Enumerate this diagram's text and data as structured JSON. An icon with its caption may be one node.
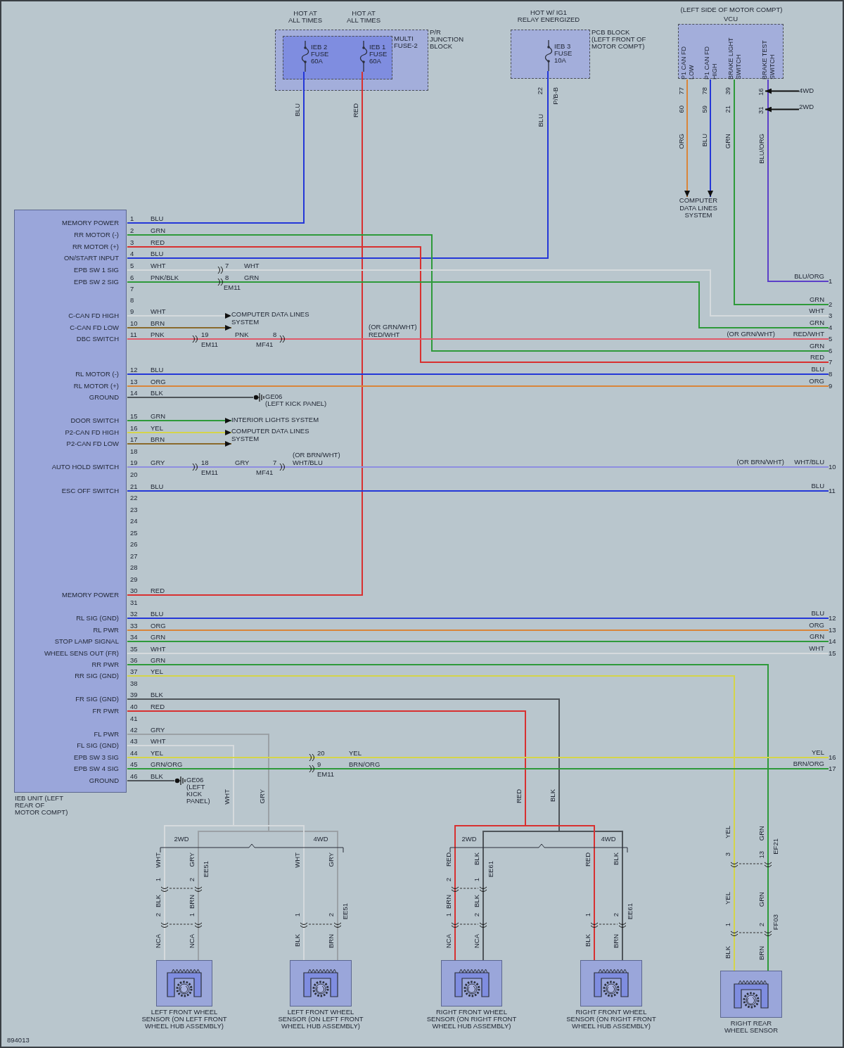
{
  "diagram": {
    "nodes": [
      {
        "text": [
          "P/R JUNCTION BLOCK"
        ]
      },
      {
        "text": [
          "MULTI FUSE-2"
        ],
        "in": 0
      },
      {
        "text": [
          "IEB 2 FUSE 60A"
        ],
        "beside": [
          "HOT AT ALL TIMES"
        ],
        "in": 1
      },
      {
        "text": [
          "IEB 1 FUSE 60A"
        ],
        "beside": [
          "HOT AT ALL TIMES"
        ],
        "in": 1
      },
      {
        "text": [
          "PCB BLOCK (LEFT FRONT OF MOTOR COMPT)"
        ]
      },
      {
        "text": [
          "IEB 3 FUSE 10A"
        ],
        "beside": [
          "HOT W/ IG1 RELAY ENERGIZED"
        ],
        "in": 4
      },
      {
        "text": [
          "VCU"
        ],
        "beside": [
          "(LEFT SIDE OF MOTOR COMPT)"
        ]
      },
      {
        "text": [
          "P1 CAN FD LOW"
        ],
        "in": 6
      },
      {
        "text": [
          "P1 CAN FD HIGH"
        ],
        "in": 6
      },
      {
        "text": [
          "BRAKE LIGHT SWITCH"
        ],
        "in": 6
      },
      {
        "text": [
          "BRAKE TEST SWITCH"
        ],
        "in": 6
      },
      {
        "text": [
          "COMPUTER DATA LINES SYSTEM"
        ]
      },
      {
        "text": [
          "IEB UNIT (LEFT REAR OF MOTOR COMPT)"
        ]
      },
      {
        "text": [
          "MEMORY POWER"
        ],
        "in": 12
      },
      {
        "text": [
          "RR MOTOR (-)"
        ],
        "in": 12
      },
      {
        "text": [
          "RR MOTOR (+)"
        ],
        "in": 12
      },
      {
        "text": [
          "ON/START INPUT"
        ],
        "in": 12
      },
      {
        "text": [
          "EPB SW 1 SIG"
        ],
        "in": 12
      },
      {
        "text": [
          "EPB SW 2 SIG"
        ],
        "in": 12
      },
      {
        "text": [
          "C-CAN FD HIGH"
        ],
        "in": 12
      },
      {
        "text": [
          "C-CAN FD LOW"
        ],
        "in": 12
      },
      {
        "text": [
          "DBC SWITCH"
        ],
        "in": 12
      },
      {
        "text": [
          "RL MOTOR (-)"
        ],
        "in": 12
      },
      {
        "text": [
          "RL MOTOR (+)"
        ],
        "in": 12
      },
      {
        "text": [
          "GROUND"
        ],
        "in": 12
      },
      {
        "text": [
          "DOOR SWITCH"
        ],
        "in": 12
      },
      {
        "text": [
          "P2-CAN FD HIGH"
        ],
        "in": 12
      },
      {
        "text": [
          "P2-CAN FD LOW"
        ],
        "in": 12
      },
      {
        "text": [
          "AUTO HOLD SWITCH"
        ],
        "in": 12
      },
      {
        "text": [
          "ESC OFF SWITCH"
        ],
        "in": 12
      },
      {
        "text": [
          "MEMORY POWER"
        ],
        "in": 12
      },
      {
        "text": [
          "RL SIG (GND)"
        ],
        "in": 12
      },
      {
        "text": [
          "RL PWR"
        ],
        "in": 12
      },
      {
        "text": [
          "STOP LAMP SIGNAL"
        ],
        "in": 12
      },
      {
        "text": [
          "WHEEL SENS OUT (FR)"
        ],
        "in": 12
      },
      {
        "text": [
          "RR PWR"
        ],
        "in": 12
      },
      {
        "text": [
          "RR SIG (GND)"
        ],
        "in": 12
      },
      {
        "text": [
          "FR SIG (GND)"
        ],
        "in": 12
      },
      {
        "text": [
          "FR PWR"
        ],
        "in": 12
      },
      {
        "text": [
          "FL PWR"
        ],
        "in": 12
      },
      {
        "text": [
          "FL SIG (GND)"
        ],
        "in": 12
      },
      {
        "text": [
          "EPB SW 3 SIG"
        ],
        "in": 12
      },
      {
        "text": [
          "EPB SW 4 SIG"
        ],
        "in": 12
      },
      {
        "text": [
          "GROUND"
        ],
        "in": 12
      },
      {
        "text": [
          "INTERIOR LIGHTS SYSTEM"
        ]
      },
      {
        "text": [
          "COMPUTER DATA LINES SYSTEM"
        ]
      },
      {
        "text": [
          "COMPUTER DATA LINES SYSTEM"
        ]
      },
      {
        "text": [
          "GE06",
          "(LEFT KICK PANEL)"
        ]
      },
      {
        "text": [
          "GE06",
          "(LEFT KICK PANEL)"
        ]
      },
      {
        "text": [
          "LEFT FRONT WHEEL SENSOR (ON LEFT FRONT WHEEL HUB ASSEMBLY)"
        ]
      },
      {
        "text": [
          "LEFT FRONT WHEEL SENSOR (ON LEFT FRONT WHEEL HUB ASSEMBLY)"
        ]
      },
      {
        "text": [
          "RIGHT FRONT WHEEL SENSOR (ON RIGHT FRONT WHEEL HUB ASSEMBLY)"
        ]
      },
      {
        "text": [
          "RIGHT FRONT WHEEL SENSOR (ON RIGHT FRONT WHEEL HUB ASSEMBLY)"
        ]
      },
      {
        "text": [
          "RIGHT REAR WHEEL SENSOR"
        ]
      },
      {
        "text": [
          "1"
        ],
        "beside": [
          "BLU/ORG"
        ]
      },
      {
        "text": [
          "2"
        ],
        "beside": [
          "GRN"
        ]
      },
      {
        "text": [
          "3"
        ],
        "beside": [
          "WHT"
        ]
      },
      {
        "text": [
          "4"
        ],
        "beside": [
          "GRN"
        ]
      },
      {
        "text": [
          "5"
        ],
        "beside": [
          "(OR GRN/WHT)",
          "RED/WHT"
        ]
      },
      {
        "text": [
          "6"
        ],
        "beside": [
          "GRN"
        ]
      },
      {
        "text": [
          "7"
        ],
        "beside": [
          "RED"
        ]
      },
      {
        "text": [
          "8"
        ],
        "beside": [
          "BLU"
        ]
      },
      {
        "text": [
          "9"
        ],
        "beside": [
          "ORG"
        ]
      },
      {
        "text": [
          "10"
        ],
        "beside": [
          "(OR BRN/WHT)",
          "WHT/BLU"
        ]
      },
      {
        "text": [
          "11"
        ],
        "beside": [
          "BLU"
        ]
      },
      {
        "text": [
          "12"
        ],
        "beside": [
          "BLU"
        ]
      },
      {
        "text": [
          "13"
        ],
        "beside": [
          "ORG"
        ]
      },
      {
        "text": [
          "14"
        ],
        "beside": [
          "GRN"
        ]
      },
      {
        "text": [
          "15"
        ],
        "beside": [
          "WHT"
        ]
      },
      {
        "text": [
          "16"
        ],
        "beside": [
          "YEL"
        ]
      },
      {
        "text": [
          "17"
        ],
        "beside": [
          "BRN/ORG"
        ]
      },
      {
        "text": [
          "4WD"
        ]
      },
      {
        "text": [
          "2WD"
        ]
      },
      {
        "text": [
          "16"
        ]
      },
      {
        "text": [
          "31"
        ]
      }
    ],
    "edges": [
      {
        "from": 2,
        "to": 13,
        "arrow": "none",
        "color": "#2437d8"
      },
      {
        "from": 3,
        "to": 30,
        "arrow": "none",
        "color": "#d83030"
      },
      {
        "from": 5,
        "to": 16,
        "arrow": "none",
        "color": "#2437d8"
      },
      {
        "from": 7,
        "to": 11,
        "arrow": "to",
        "color": "#d9853a"
      },
      {
        "from": 8,
        "to": 11,
        "arrow": "to",
        "color": "#2437d8"
      },
      {
        "from": 9,
        "to": 55,
        "arrow": "none",
        "color": "#2e9a3a"
      },
      {
        "from": 10,
        "to": 54,
        "arrow": "none",
        "color": "#5b3fc8"
      },
      {
        "from": 14,
        "to": 59,
        "arrow": "none",
        "color": "#2e9a3a"
      },
      {
        "from": 15,
        "to": 60,
        "arrow": "none",
        "color": "#d83030"
      },
      {
        "from": 17,
        "to": 56,
        "arrow": "none",
        "color": "#d5dadd"
      },
      {
        "from": 18,
        "to": 57,
        "arrow": "none",
        "color": "#2e9a3a"
      },
      {
        "from": 19,
        "to": 45,
        "arrow": "to",
        "color": "#d5dadd"
      },
      {
        "from": 20,
        "to": 45,
        "arrow": "to",
        "color": "#8a6a2c"
      },
      {
        "from": 21,
        "to": 58,
        "arrow": "none",
        "color": "#e05a6a"
      },
      {
        "from": 22,
        "to": 61,
        "arrow": "none",
        "color": "#2437d8"
      },
      {
        "from": 23,
        "to": 62,
        "arrow": "none",
        "color": "#d9853a"
      },
      {
        "from": 24,
        "to": 47,
        "arrow": "none",
        "color": "#4f555a"
      },
      {
        "from": 25,
        "to": 44,
        "arrow": "to",
        "color": "#2e9a3a"
      },
      {
        "from": 26,
        "to": 46,
        "arrow": "to",
        "color": "#d4d44a"
      },
      {
        "from": 27,
        "to": 46,
        "arrow": "to",
        "color": "#8a6a2c"
      },
      {
        "from": 28,
        "to": 63,
        "arrow": "none",
        "color": "#8d8ee0"
      },
      {
        "from": 29,
        "to": 64,
        "arrow": "none",
        "color": "#2437d8"
      },
      {
        "from": 31,
        "to": 65,
        "arrow": "none",
        "color": "#2437d8"
      },
      {
        "from": 32,
        "to": 66,
        "arrow": "none",
        "color": "#d9853a"
      },
      {
        "from": 33,
        "to": 67,
        "arrow": "none",
        "color": "#2e9a3a"
      },
      {
        "from": 34,
        "to": 68,
        "arrow": "none",
        "color": "#d5dadd"
      },
      {
        "from": 35,
        "to": 53,
        "arrow": "none",
        "color": "#2e9a3a"
      },
      {
        "from": 36,
        "to": 53,
        "arrow": "none",
        "color": "#d4d44a"
      },
      {
        "from": 37,
        "to": 51,
        "arrow": "none",
        "color": "#4f555a"
      },
      {
        "from": 37,
        "to": 52,
        "arrow": "none",
        "color": "#4f555a"
      },
      {
        "from": 38,
        "to": 51,
        "arrow": "none",
        "color": "#d83030"
      },
      {
        "from": 38,
        "to": 52,
        "arrow": "none",
        "color": "#d83030"
      },
      {
        "from": 39,
        "to": 49,
        "arrow": "none",
        "color": "#9ba1a6"
      },
      {
        "from": 39,
        "to": 50,
        "arrow": "none",
        "color": "#9ba1a6"
      },
      {
        "from": 40,
        "to": 49,
        "arrow": "none",
        "color": "#d5dadd"
      },
      {
        "from": 40,
        "to": 50,
        "arrow": "none",
        "color": "#d5dadd"
      },
      {
        "from": 41,
        "to": 69,
        "arrow": "none",
        "color": "#d4d44a"
      },
      {
        "from": 42,
        "to": 70,
        "arrow": "none",
        "color": "#2e9a3a"
      },
      {
        "from": 43,
        "to": 48,
        "arrow": "none",
        "color": "#4f555a"
      },
      {
        "from": 71,
        "to": 73,
        "arrow": "to",
        "color": "#111111"
      },
      {
        "from": 72,
        "to": 74,
        "arrow": "to",
        "color": "#111111"
      }
    ],
    "labels": [
      "BLU",
      "RED",
      "22",
      "P/B-B",
      "BLU",
      "77",
      "60",
      "ORG",
      "78",
      "59",
      "BLU",
      "39",
      "21",
      "GRN",
      "BLU/ORG",
      "1",
      "2",
      "3",
      "4",
      "5",
      "6",
      "7",
      "8",
      "9",
      "10",
      "11",
      "12",
      "13",
      "14",
      "15",
      "16",
      "17",
      "18",
      "19",
      "20",
      "21",
      "22",
      "23",
      "24",
      "25",
      "26",
      "27",
      "28",
      "29",
      "30",
      "31",
      "32",
      "33",
      "34",
      "35",
      "36",
      "37",
      "38",
      "39",
      "40",
      "41",
      "42",
      "43",
      "44",
      "45",
      "46",
      "BLU",
      "GRN",
      "RED",
      "BLU",
      "WHT",
      "PNK/BLK",
      "WHT",
      "BRN",
      "PNK",
      "BLU",
      "ORG",
      "BLK",
      "GRN",
      "YEL",
      "BRN",
      "GRY",
      "BLU",
      "RED",
      "BLU",
      "ORG",
      "GRN",
      "WHT",
      "GRN",
      "YEL",
      "BLK",
      "RED",
      "GRY",
      "WHT",
      "YEL",
      "GRN/ORG",
      "BLK",
      "7",
      "WHT",
      "8",
      "GRN",
      "EM11",
      "19",
      "EM11",
      "PNK",
      "8",
      "MF41",
      "(OR GRN/WHT)",
      "RED/WHT",
      "18",
      "EM11",
      "GRY",
      "7",
      "MF41",
      "(OR BRN/WHT)",
      "WHT/BLU",
      "20",
      "YEL",
      "9",
      "BRN/ORG",
      "EM11",
      "WHT",
      "GRY",
      "RED",
      "BLK",
      "2WD",
      "4WD",
      "2WD",
      "4WD",
      "WHT",
      "GRY",
      "EE51",
      "1",
      "2",
      "BLK",
      "BRN",
      "2",
      "1",
      "NCA",
      "NCA",
      "WHT",
      "GRY",
      "1",
      "2",
      "EE51",
      "BLK",
      "BRN",
      "RED",
      "BLK",
      "EE61",
      "2",
      "1",
      "BRN",
      "BLK",
      "1",
      "2",
      "NCA",
      "NCA",
      "RED",
      "BLK",
      "1",
      "2",
      "EE61",
      "BLK",
      "BRN",
      "YEL",
      "GRN",
      "EF21",
      "3",
      "13",
      "YEL",
      "GRN",
      "1",
      "2",
      "FF03",
      "BLK",
      "BRN",
      "894013"
    ]
  }
}
